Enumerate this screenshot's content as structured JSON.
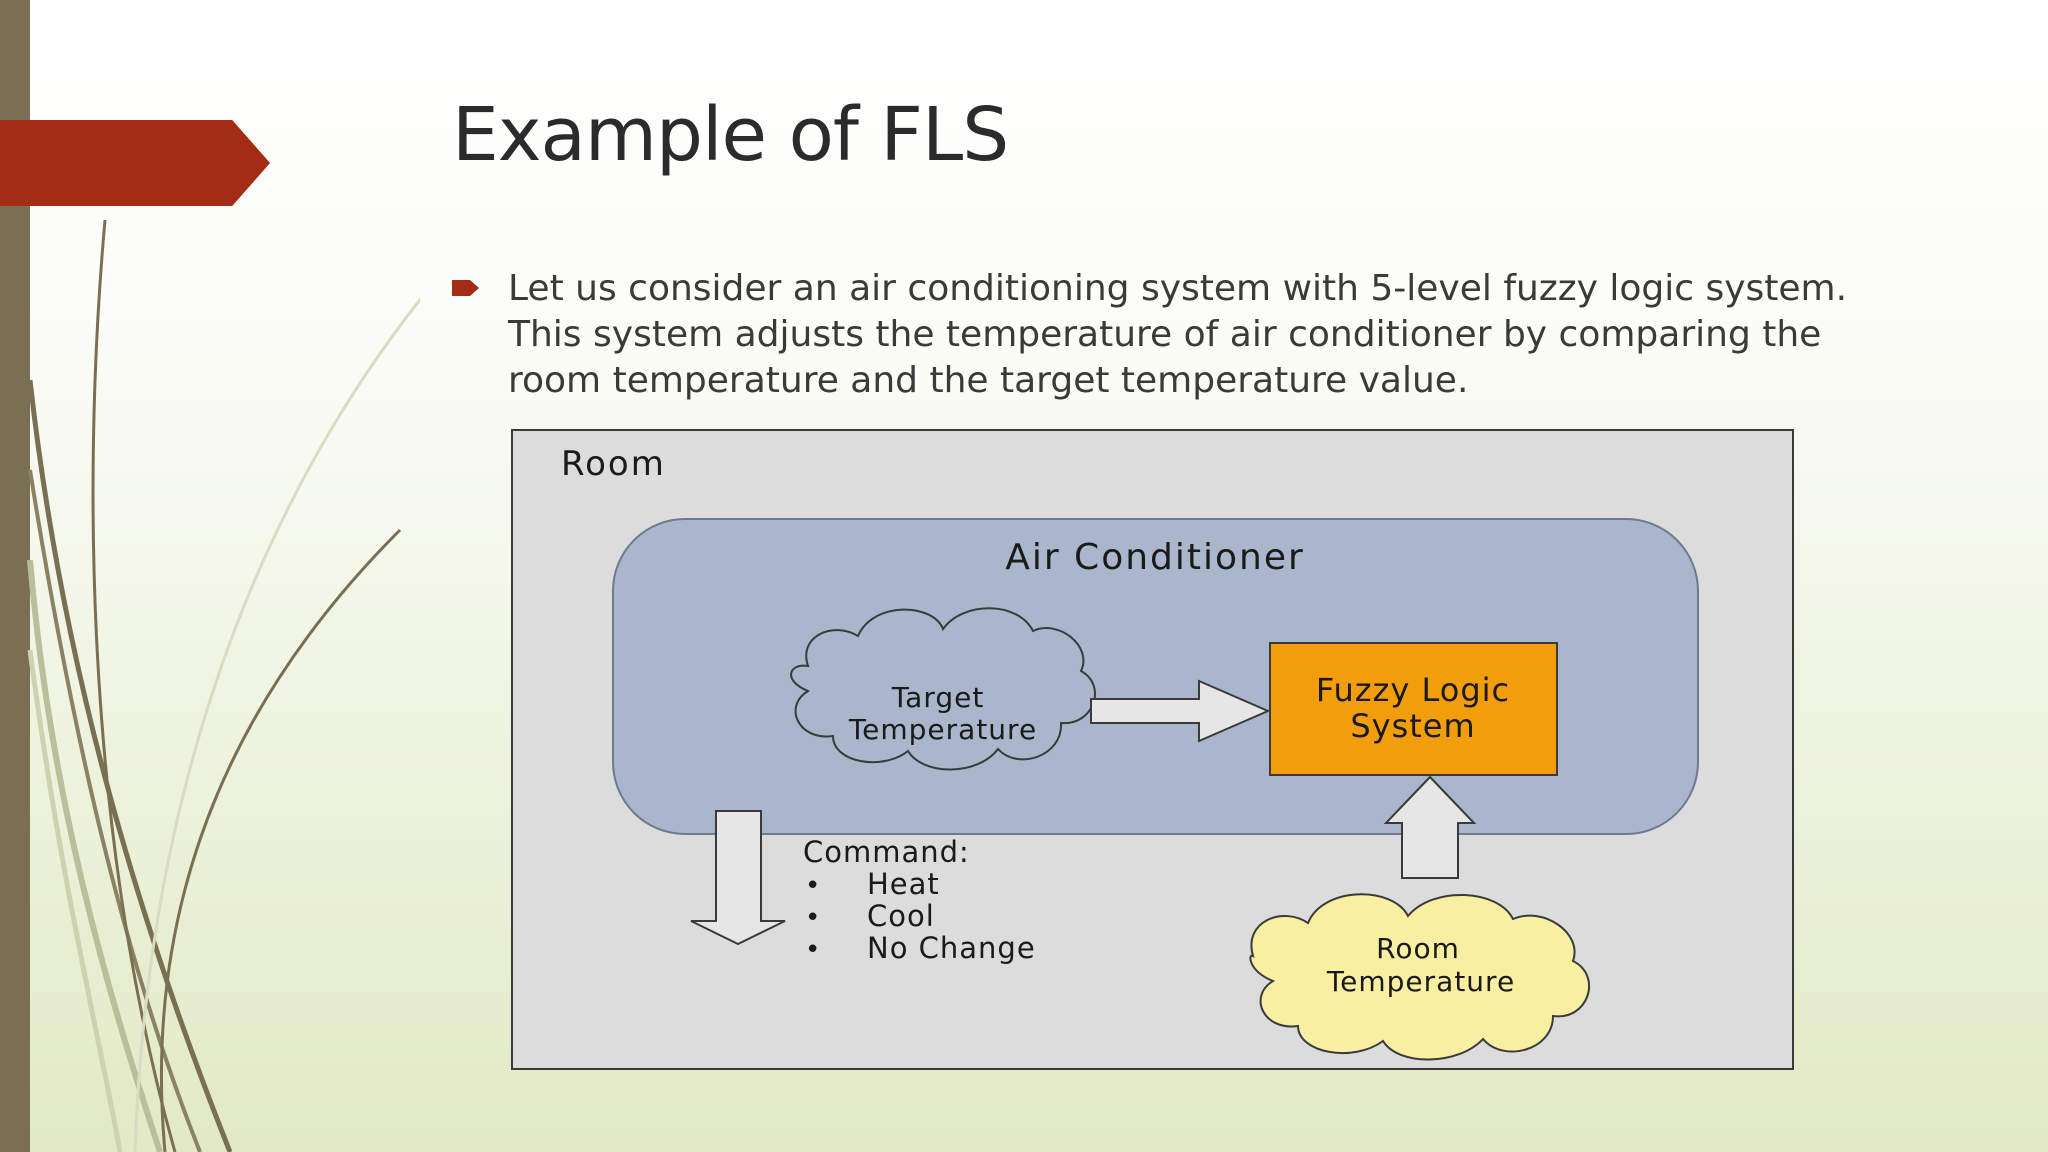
{
  "slide": {
    "title": "Example of FLS",
    "bullet_text": "Let us consider an air conditioning system with 5-level fuzzy logic system. This system adjusts the temperature of air conditioner by comparing the room temperature and the target temperature value."
  },
  "diagram": {
    "room_label": "Room",
    "ac_label": "Air Conditioner",
    "target_temp_line1": "Target",
    "target_temp_line2": "Temperature",
    "fls_line1": "Fuzzy Logic",
    "fls_line2": "System",
    "command_label": "Command:",
    "commands": [
      "Heat",
      "Cool",
      "No Change"
    ],
    "room_temp_line1": "Room",
    "room_temp_line2": "Temperature"
  },
  "colors": {
    "accent_ribbon": "#a32c14",
    "left_bar": "#7a6f52",
    "ac_box": "#aab6cc",
    "fls_box": "#f29e0c",
    "room_temp_cloud": "#f8efa2",
    "target_temp_cloud": "#aab6cc"
  }
}
